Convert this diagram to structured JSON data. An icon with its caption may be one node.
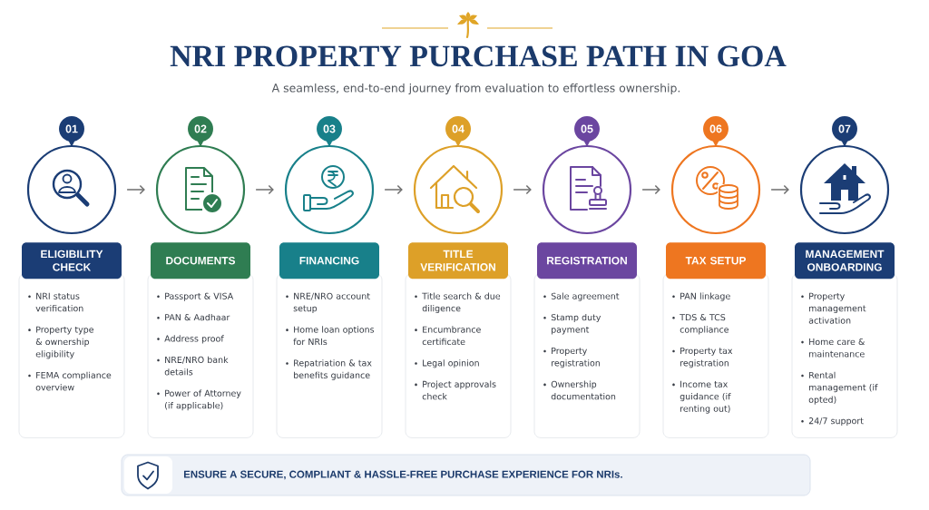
{
  "diagram": {
    "title": "NRI PROPERTY PURCHASE PATH IN GOA",
    "nodes": [
      {
        "text": [
          "01"
        ]
      },
      {
        "text": [],
        "shape": "circle"
      },
      {
        "text": [
          "ELIGIBILITY CHECK"
        ]
      },
      {
        "text": [
          "NRI status verification",
          "Property type & ownership eligibility",
          "FEMA compliance overview"
        ]
      },
      {
        "text": [
          "02"
        ]
      },
      {
        "text": [],
        "shape": "circle"
      },
      {
        "text": [
          "DOCUMENTS"
        ]
      },
      {
        "text": [
          "Passport & VISA",
          "PAN & Aadhaar",
          "Address proof",
          "NRE/NRO bank details",
          "Power of Attorney (if applicable)"
        ]
      },
      {
        "text": [
          "03"
        ]
      },
      {
        "text": [],
        "shape": "circle"
      },
      {
        "text": [
          "FINANCING"
        ]
      },
      {
        "text": [
          "NRE/NRO account setup",
          "Home loan options for NRIs",
          "Repatriation & tax benefits guidance"
        ]
      },
      {
        "text": [
          "04"
        ]
      },
      {
        "text": [],
        "shape": "circle"
      },
      {
        "text": [
          "TITLE VERIFICATION"
        ]
      },
      {
        "text": [
          "Title search & due diligence",
          "Encumbrance certificate",
          "Legal opinion",
          "Project approvals check"
        ]
      },
      {
        "text": [
          "05"
        ]
      },
      {
        "text": [],
        "shape": "circle"
      },
      {
        "text": [
          "REGISTRATION"
        ]
      },
      {
        "text": [
          "Sale agreement",
          "Stamp duty payment",
          "Property registration",
          "Ownership documentation"
        ]
      },
      {
        "text": [
          "06"
        ]
      },
      {
        "text": [],
        "shape": "circle"
      },
      {
        "text": [
          "TAX SETUP"
        ]
      },
      {
        "text": [
          "PAN linkage",
          "TDS & TCS compliance",
          "Property tax registration",
          "Income tax guidance (if renting out)"
        ]
      },
      {
        "text": [
          "07"
        ]
      },
      {
        "text": [],
        "shape": "circle"
      },
      {
        "text": [
          "MANAGEMENT ONBOARDING"
        ]
      },
      {
        "text": [
          "Property management activation",
          "Home care & maintenance",
          "Rental management (if opted)",
          "24/7 support"
        ]
      },
      {
        "text": [
          "ENSURE A SECURE, COMPLIANT & HASSLE-FREE PURCHASE EXPERIENCE FOR NRIs."
        ]
      }
    ],
    "edges": [
      {
        "from": 1,
        "to": 5,
        "arrow": "to"
      },
      {
        "from": 5,
        "to": 9,
        "arrow": "to"
      },
      {
        "from": 9,
        "to": 13,
        "arrow": "to"
      },
      {
        "from": 13,
        "to": 17,
        "arrow": "to"
      },
      {
        "from": 17,
        "to": 21,
        "arrow": "to"
      },
      {
        "from": 21,
        "to": 25,
        "arrow": "to"
      }
    ],
    "labels": [
      "A seamless, end-to-end journey from evaluation to effortless ownership."
    ]
  }
}
